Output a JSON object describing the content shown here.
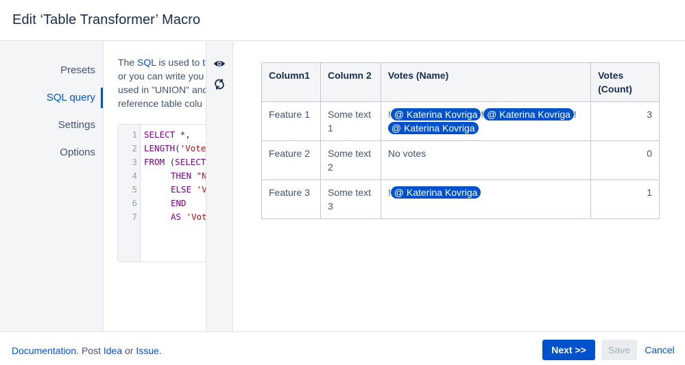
{
  "header": {
    "title": "Edit ‘Table Transformer’ Macro"
  },
  "sidebar": {
    "items": [
      {
        "label": "Presets",
        "active": false
      },
      {
        "label": "SQL query",
        "active": true
      },
      {
        "label": "Settings",
        "active": false
      },
      {
        "label": "Options",
        "active": false
      }
    ]
  },
  "description": {
    "line1_prefix": "The ",
    "sql_link": "SQL",
    "line1_mid": " is used to ",
    "line1_link": "tr",
    "line2": "or you can write you",
    "line3": "used in \"UNION\" and",
    "line4": "reference table colu"
  },
  "code": {
    "line_numbers": [
      "1",
      "2",
      "3",
      "4",
      "5",
      "6",
      "7"
    ],
    "l1_kw": "SELECT",
    "l1_rest": " *,",
    "l2_kw": "LENGTH",
    "l2_paren": "(",
    "l2_str": "'Vote",
    "l3_kw": "FROM",
    "l3_paren": " (",
    "l3_kw2": "SELECT",
    "l4_kw": "THEN",
    "l4_str": " \"N",
    "l5_kw": "ELSE",
    "l5_str": " 'V",
    "l6_kw": "END",
    "l7_kw": "AS",
    "l7_str": " 'Vot"
  },
  "tools": {
    "preview_icon": "eye-icon",
    "refresh_icon": "refresh-icon"
  },
  "table": {
    "headers": [
      "Column1",
      "Column 2",
      "Votes (Name)",
      "Votes (Count)"
    ],
    "rows": [
      {
        "c1": "Feature 1",
        "c2": "Some text 1",
        "mentions": [
          "@ Katerina Kovriga",
          "@ Katerina Kovriga",
          "@ Katerina Kovriga"
        ],
        "votes_text": "",
        "count": "3"
      },
      {
        "c1": "Feature 2",
        "c2": "Some text 2",
        "mentions": [],
        "votes_text": "No votes",
        "count": "0"
      },
      {
        "c1": "Feature 3",
        "c2": "Some text 3",
        "mentions": [
          "@ Katerina Kovriga"
        ],
        "votes_text": "",
        "count": "1"
      }
    ],
    "bang": "!"
  },
  "footer": {
    "documentation": "Documentation",
    "sep1": ". Post ",
    "idea": "Idea",
    "sep2": " or ",
    "issue": "Issue",
    "sep3": ".",
    "next_label": "Next >>",
    "save_label": "Save",
    "cancel_label": "Cancel"
  },
  "colors": {
    "accent": "#0052cc",
    "sidebar_bg": "#f4f5f7",
    "border": "#dfe1e6"
  }
}
